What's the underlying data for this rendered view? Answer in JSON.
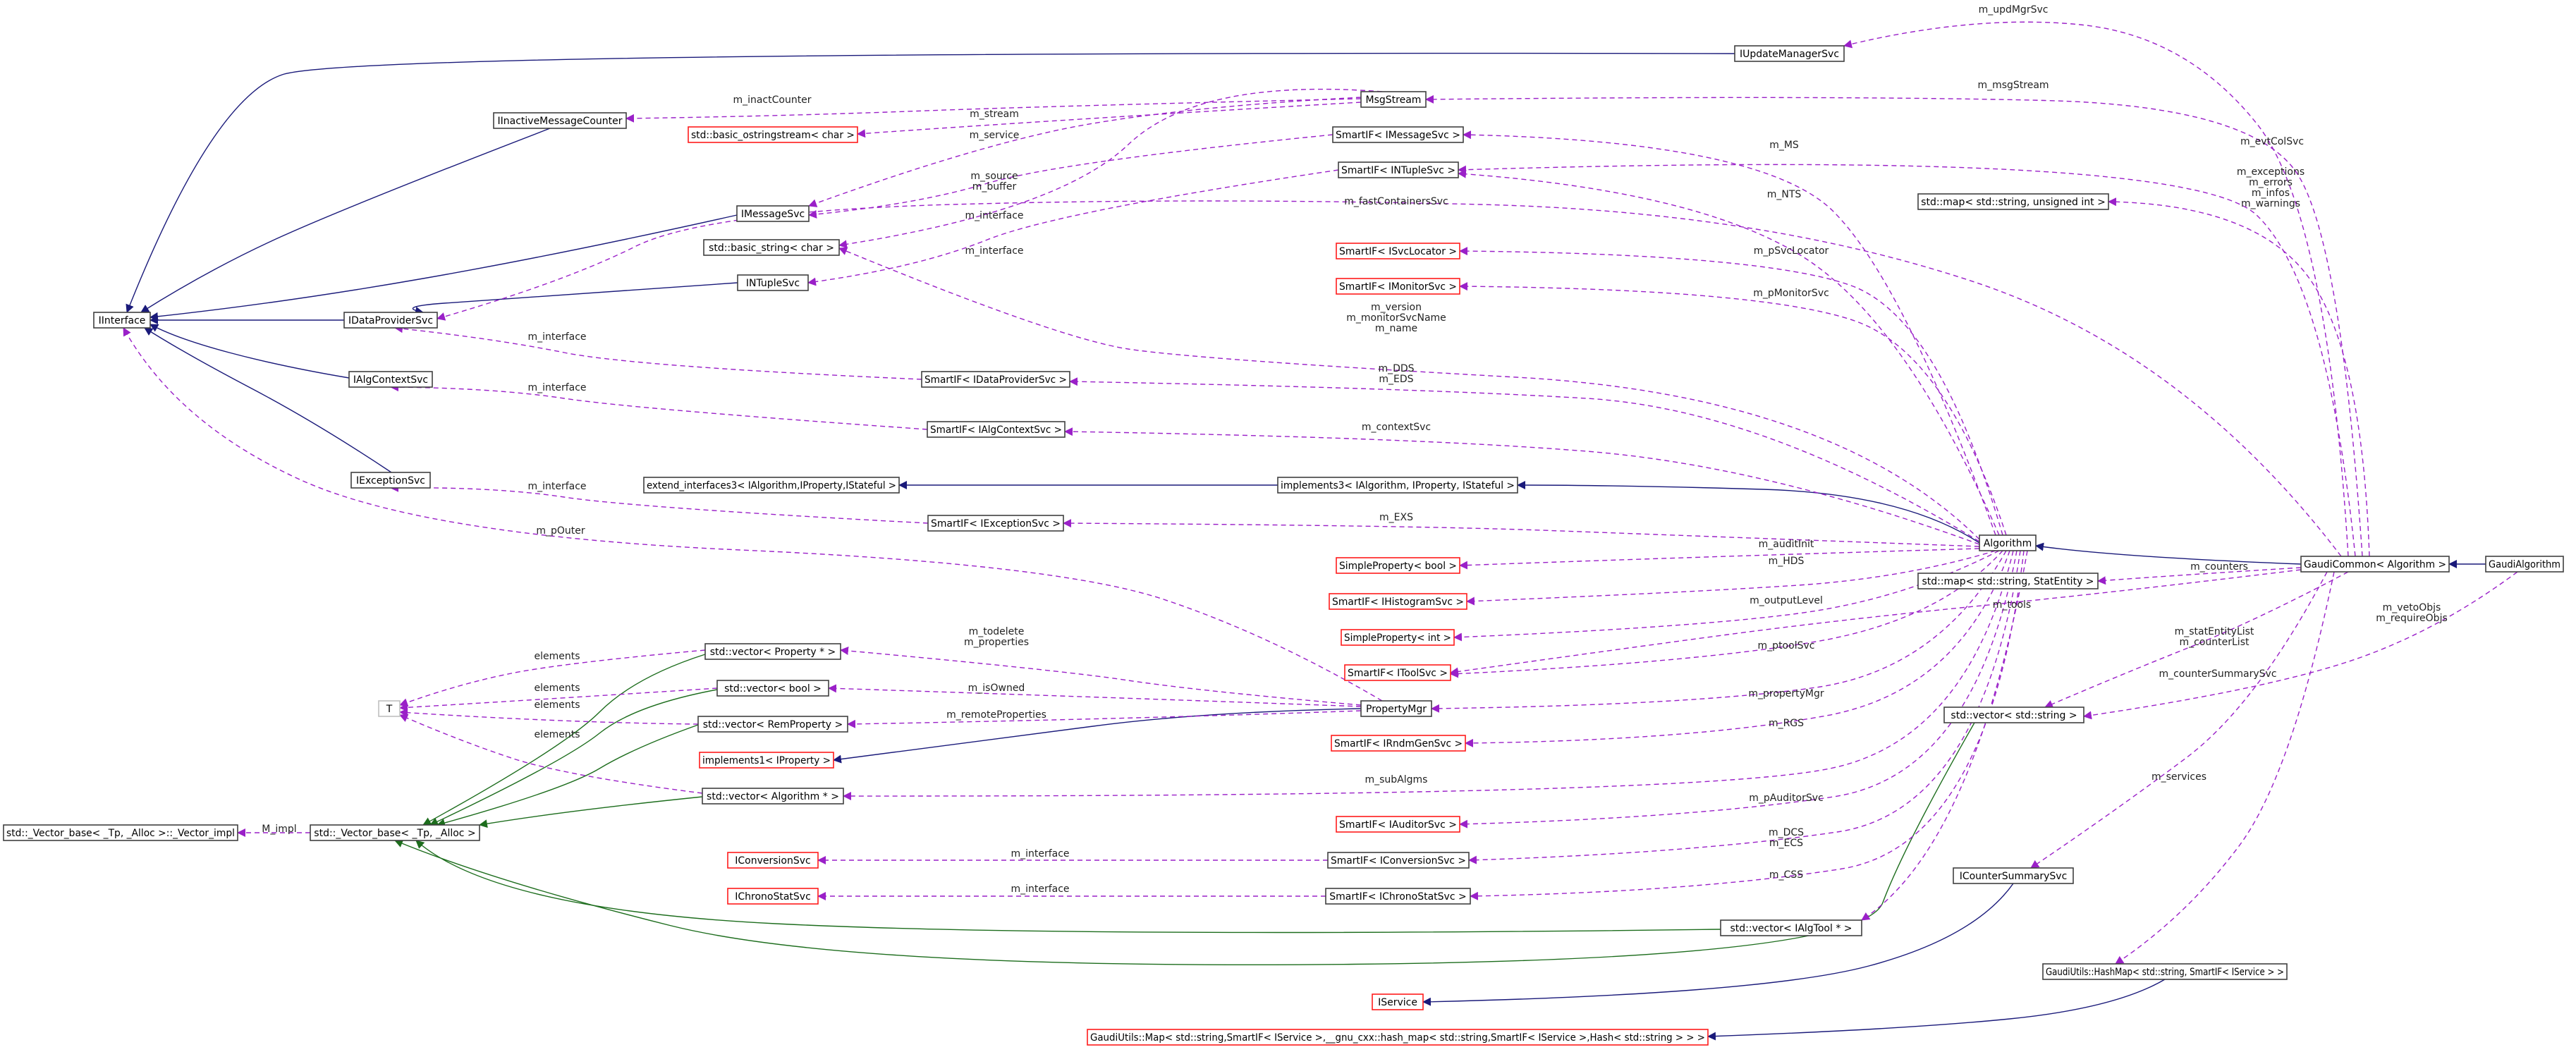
{
  "colors": {
    "inherit": "#1a1a7a",
    "usage": "#9a20c8",
    "template": "#1d6d1d",
    "node_border": "#404040",
    "incomplete_border": "#ff1c1c",
    "focus_fill": "#bfbfbf"
  },
  "nodes": [
    {
      "id": "IInterface",
      "label": "IInterface",
      "style": "normal"
    },
    {
      "id": "IUpdateManagerSvc",
      "label": "IUpdateManagerSvc",
      "style": "normal"
    },
    {
      "id": "MsgStream",
      "label": "MsgStream",
      "style": "normal"
    },
    {
      "id": "IInactiveMessageCounter",
      "label": "IInactiveMessageCounter",
      "style": "normal"
    },
    {
      "id": "ostringstream",
      "label": "std::basic_ostringstream< char >",
      "style": "incomplete"
    },
    {
      "id": "SI_IMessageSvc",
      "label": "SmartIF< IMessageSvc >",
      "style": "normal"
    },
    {
      "id": "SI_INTupleSvc",
      "label": "SmartIF< INTupleSvc >",
      "style": "normal"
    },
    {
      "id": "map_string_uint",
      "label": "std::map< std::string, unsigned int >",
      "style": "normal"
    },
    {
      "id": "IMessageSvc",
      "label": "IMessageSvc",
      "style": "normal"
    },
    {
      "id": "basic_string",
      "label": "std::basic_string< char >",
      "style": "normal"
    },
    {
      "id": "SI_ISvcLocator",
      "label": "SmartIF< ISvcLocator >",
      "style": "incomplete"
    },
    {
      "id": "INTupleSvc",
      "label": "INTupleSvc",
      "style": "normal"
    },
    {
      "id": "SI_IMonitorSvc",
      "label": "SmartIF< IMonitorSvc >",
      "style": "incomplete"
    },
    {
      "id": "IDataProviderSvc",
      "label": "IDataProviderSvc",
      "style": "normal"
    },
    {
      "id": "IAlgContextSvc",
      "label": "IAlgContextSvc",
      "style": "normal"
    },
    {
      "id": "SI_IDataProviderSvc",
      "label": "SmartIF< IDataProviderSvc >",
      "style": "normal"
    },
    {
      "id": "SI_IAlgContextSvc",
      "label": "SmartIF< IAlgContextSvc >",
      "style": "normal"
    },
    {
      "id": "IExceptionSvc",
      "label": "IExceptionSvc",
      "style": "normal"
    },
    {
      "id": "extend_interfaces3",
      "label": "extend_interfaces3< IAlgorithm,IProperty,IStateful >",
      "style": "normal"
    },
    {
      "id": "implements3",
      "label": "implements3< IAlgorithm, IProperty, IStateful >",
      "style": "normal"
    },
    {
      "id": "SI_IExceptionSvc",
      "label": "SmartIF< IExceptionSvc >",
      "style": "normal"
    },
    {
      "id": "Algorithm",
      "label": "Algorithm",
      "style": "normal"
    },
    {
      "id": "SimpleProperty_bool",
      "label": "SimpleProperty< bool >",
      "style": "incomplete"
    },
    {
      "id": "GaudiCommon",
      "label": "GaudiCommon< Algorithm >",
      "style": "normal"
    },
    {
      "id": "GaudiAlgorithm",
      "label": "GaudiAlgorithm",
      "style": "focus"
    },
    {
      "id": "map_statentity",
      "label": "std::map< std::string, StatEntity >",
      "style": "normal"
    },
    {
      "id": "SI_IHistogramSvc",
      "label": "SmartIF< IHistogramSvc >",
      "style": "incomplete"
    },
    {
      "id": "SimpleProperty_int",
      "label": "SimpleProperty< int >",
      "style": "incomplete"
    },
    {
      "id": "vec_Property",
      "label": "std::vector< Property * >",
      "style": "normal"
    },
    {
      "id": "SI_IToolSvc",
      "label": "SmartIF< IToolSvc >",
      "style": "incomplete"
    },
    {
      "id": "vec_bool",
      "label": "std::vector< bool >",
      "style": "normal"
    },
    {
      "id": "T",
      "label": "T",
      "style": "grey"
    },
    {
      "id": "PropertyMgr",
      "label": "PropertyMgr",
      "style": "normal"
    },
    {
      "id": "vec_string",
      "label": "std::vector< std::string >",
      "style": "normal"
    },
    {
      "id": "vec_RemProperty",
      "label": "std::vector< RemProperty >",
      "style": "normal"
    },
    {
      "id": "implements1",
      "label": "implements1< IProperty >",
      "style": "incomplete"
    },
    {
      "id": "SI_IRndmGenSvc",
      "label": "SmartIF< IRndmGenSvc >",
      "style": "incomplete"
    },
    {
      "id": "vec_Algorithm",
      "label": "std::vector< Algorithm * >",
      "style": "normal"
    },
    {
      "id": "Vector_impl",
      "label": "std::_Vector_base< _Tp, _Alloc >::_Vector_impl",
      "style": "normal"
    },
    {
      "id": "Vector_base",
      "label": "std::_Vector_base< _Tp, _Alloc >",
      "style": "normal"
    },
    {
      "id": "SI_IAuditorSvc",
      "label": "SmartIF< IAuditorSvc >",
      "style": "incomplete"
    },
    {
      "id": "IConversionSvc",
      "label": "IConversionSvc",
      "style": "incomplete"
    },
    {
      "id": "SI_IConversionSvc",
      "label": "SmartIF< IConversionSvc >",
      "style": "normal"
    },
    {
      "id": "ICounterSummarySvc",
      "label": "ICounterSummarySvc",
      "style": "normal"
    },
    {
      "id": "IChronoStatSvc",
      "label": "IChronoStatSvc",
      "style": "incomplete"
    },
    {
      "id": "SI_IChronoStatSvc",
      "label": "SmartIF< IChronoStatSvc >",
      "style": "normal"
    },
    {
      "id": "vec_IAlgTool",
      "label": "std::vector< IAlgTool * >",
      "style": "normal"
    },
    {
      "id": "HashMap",
      "label": "GaudiUtils::HashMap< std::string, SmartIF< IService > >",
      "style": "normal"
    },
    {
      "id": "IService",
      "label": "IService",
      "style": "incomplete"
    },
    {
      "id": "GaudiUtilsMap",
      "label": "GaudiUtils::Map< std::string,SmartIF< IService >,__gnu_cxx::hash_map< std::string,SmartIF< IService >,Hash< std::string > > >",
      "style": "incomplete"
    }
  ],
  "edges": [
    {
      "id": "e_iums_ii",
      "from": "IUpdateManagerSvc",
      "to": "IInterface",
      "kind": "inherit",
      "label": ""
    },
    {
      "id": "e_iimc_ii",
      "from": "IInactiveMessageCounter",
      "to": "IInterface",
      "kind": "inherit",
      "label": ""
    },
    {
      "id": "e_ims_ii",
      "from": "IMessageSvc",
      "to": "IInterface",
      "kind": "inherit",
      "label": ""
    },
    {
      "id": "e_idps_ii",
      "from": "IDataProviderSvc",
      "to": "IInterface",
      "kind": "inherit",
      "label": ""
    },
    {
      "id": "e_inti_idps",
      "from": "INTupleSvc",
      "to": "IDataProviderSvc",
      "kind": "inherit",
      "label": ""
    },
    {
      "id": "e_iacs_ii",
      "from": "IAlgContextSvc",
      "to": "IInterface",
      "kind": "inherit",
      "label": ""
    },
    {
      "id": "e_ies_ii",
      "from": "IExceptionSvc",
      "to": "IInterface",
      "kind": "inherit",
      "label": ""
    },
    {
      "id": "e_impl_ext",
      "from": "implements3",
      "to": "extend_interfaces3",
      "kind": "inherit",
      "label": ""
    },
    {
      "id": "e_alg_impl",
      "from": "Algorithm",
      "to": "implements3",
      "kind": "inherit",
      "label": ""
    },
    {
      "id": "e_gc_alg",
      "from": "GaudiCommon",
      "to": "Algorithm",
      "kind": "inherit",
      "label": ""
    },
    {
      "id": "e_ga_gc",
      "from": "GaudiAlgorithm",
      "to": "GaudiCommon",
      "kind": "inherit",
      "label": ""
    },
    {
      "id": "e_pm_impl1",
      "from": "PropertyMgr",
      "to": "implements1",
      "kind": "inherit",
      "label": ""
    },
    {
      "id": "e_ics_is",
      "from": "ICounterSummarySvc",
      "to": "IService",
      "kind": "inherit",
      "label": ""
    },
    {
      "id": "e_hm_map",
      "from": "HashMap",
      "to": "GaudiUtilsMap",
      "kind": "inherit",
      "label": ""
    },
    {
      "id": "e_vp_vb",
      "from": "vec_Property",
      "to": "Vector_base",
      "kind": "template",
      "label": ""
    },
    {
      "id": "e_vbo_vb",
      "from": "vec_bool",
      "to": "Vector_base",
      "kind": "template",
      "label": ""
    },
    {
      "id": "e_vr_vb",
      "from": "vec_RemProperty",
      "to": "Vector_base",
      "kind": "template",
      "label": ""
    },
    {
      "id": "e_va_vb",
      "from": "vec_Algorithm",
      "to": "Vector_base",
      "kind": "template",
      "label": ""
    },
    {
      "id": "e_vs_vb",
      "from": "vec_string",
      "to": "Vector_base",
      "kind": "template",
      "label": ""
    },
    {
      "id": "e_vt_vb",
      "from": "vec_IAlgTool",
      "to": "Vector_base",
      "kind": "template",
      "label": ""
    },
    {
      "id": "e_gc_iums",
      "from": "GaudiCommon",
      "to": "IUpdateManagerSvc",
      "kind": "usage",
      "label": "m_updMgrSvc"
    },
    {
      "id": "e_gc_ms",
      "from": "GaudiCommon",
      "to": "MsgStream",
      "kind": "usage",
      "label": "m_msgStream"
    },
    {
      "id": "e_ms_iimc",
      "from": "MsgStream",
      "to": "IInactiveMessageCounter",
      "kind": "usage",
      "label": "m_inactCounter"
    },
    {
      "id": "e_ms_oss",
      "from": "MsgStream",
      "to": "ostringstream",
      "kind": "usage",
      "label": "m_stream"
    },
    {
      "id": "e_ms_ims",
      "from": "MsgStream",
      "to": "IMessageSvc",
      "kind": "usage",
      "label": "m_service"
    },
    {
      "id": "e_ms_bs",
      "from": "MsgStream",
      "to": "basic_string",
      "kind": "usage",
      "label": "m_source\nm_buffer"
    },
    {
      "id": "e_alg_simsg",
      "from": "Algorithm",
      "to": "SI_IMessageSvc",
      "kind": "usage",
      "label": "m_MS"
    },
    {
      "id": "e_gc_sint",
      "from": "GaudiCommon",
      "to": "SI_INTupleSvc",
      "kind": "usage",
      "label": "m_evtColSvc"
    },
    {
      "id": "e_alg_sint",
      "from": "Algorithm",
      "to": "SI_INTupleSvc",
      "kind": "usage",
      "label": "m_NTS"
    },
    {
      "id": "e_gc_msu",
      "from": "GaudiCommon",
      "to": "map_string_uint",
      "kind": "usage",
      "label": "m_exceptions\nm_errors\nm_infos\nm_warnings"
    },
    {
      "id": "e_simsg_ims",
      "from": "SI_IMessageSvc",
      "to": "IMessageSvc",
      "kind": "usage",
      "label": "m_interface"
    },
    {
      "id": "e_sint_inti",
      "from": "SI_INTupleSvc",
      "to": "INTupleSvc",
      "kind": "usage",
      "label": "m_interface"
    },
    {
      "id": "e_gc_idps",
      "from": "GaudiCommon",
      "to": "IDataProviderSvc",
      "kind": "usage",
      "label": "m_fastContainersSvc"
    },
    {
      "id": "e_alg_ssl",
      "from": "Algorithm",
      "to": "SI_ISvcLocator",
      "kind": "usage",
      "label": "m_pSvcLocator"
    },
    {
      "id": "e_alg_smon",
      "from": "Algorithm",
      "to": "SI_IMonitorSvc",
      "kind": "usage",
      "label": "m_pMonitorSvc"
    },
    {
      "id": "e_alg_bs",
      "from": "Algorithm",
      "to": "basic_string",
      "kind": "usage",
      "label": "m_version\nm_monitorSvcName\nm_name"
    },
    {
      "id": "e_sidp_idps",
      "from": "SI_IDataProviderSvc",
      "to": "IDataProviderSvc",
      "kind": "usage",
      "label": "m_interface"
    },
    {
      "id": "e_alg_sidp",
      "from": "Algorithm",
      "to": "SI_IDataProviderSvc",
      "kind": "usage",
      "label": "m_DDS\nm_EDS"
    },
    {
      "id": "e_siac_iacs",
      "from": "SI_IAlgContextSvc",
      "to": "IAlgContextSvc",
      "kind": "usage",
      "label": "m_interface"
    },
    {
      "id": "e_alg_siac",
      "from": "Algorithm",
      "to": "SI_IAlgContextSvc",
      "kind": "usage",
      "label": "m_contextSvc"
    },
    {
      "id": "e_siex_ies",
      "from": "SI_IExceptionSvc",
      "to": "IExceptionSvc",
      "kind": "usage",
      "label": "m_interface"
    },
    {
      "id": "e_alg_siex",
      "from": "Algorithm",
      "to": "SI_IExceptionSvc",
      "kind": "usage",
      "label": "m_EXS"
    },
    {
      "id": "e_pm_ii",
      "from": "PropertyMgr",
      "to": "IInterface",
      "kind": "usage",
      "label": "m_pOuter"
    },
    {
      "id": "e_alg_spb",
      "from": "Algorithm",
      "to": "SimpleProperty_bool",
      "kind": "usage",
      "label": "m_auditInit"
    },
    {
      "id": "e_alg_shist",
      "from": "Algorithm",
      "to": "SI_IHistogramSvc",
      "kind": "usage",
      "label": "m_HDS"
    },
    {
      "id": "e_gc_mse",
      "from": "GaudiCommon",
      "to": "map_statentity",
      "kind": "usage",
      "label": "m_counters"
    },
    {
      "id": "e_alg_spi",
      "from": "Algorithm",
      "to": "SimpleProperty_int",
      "kind": "usage",
      "label": "m_outputLevel"
    },
    {
      "id": "e_gc_stool",
      "from": "GaudiCommon",
      "to": "SI_IToolSvc",
      "kind": "usage",
      "label": "m_tools"
    },
    {
      "id": "e_alg_stool",
      "from": "Algorithm",
      "to": "SI_IToolSvc",
      "kind": "usage",
      "label": "m_ptoolSvc"
    },
    {
      "id": "e_pm_vp",
      "from": "PropertyMgr",
      "to": "vec_Property",
      "kind": "usage",
      "label": "m_todelete\nm_properties"
    },
    {
      "id": "e_pm_vbo",
      "from": "PropertyMgr",
      "to": "vec_bool",
      "kind": "usage",
      "label": "m_isOwned"
    },
    {
      "id": "e_pm_vr",
      "from": "PropertyMgr",
      "to": "vec_RemProperty",
      "kind": "usage",
      "label": "m_remoteProperties"
    },
    {
      "id": "e_alg_pm",
      "from": "Algorithm",
      "to": "PropertyMgr",
      "kind": "usage",
      "label": "m_propertyMgr"
    },
    {
      "id": "e_gc_vs",
      "from": "GaudiCommon",
      "to": "vec_string",
      "kind": "usage",
      "label": "m_statEntityList\nm_counterList"
    },
    {
      "id": "e_ga_vs",
      "from": "GaudiAlgorithm",
      "to": "vec_string",
      "kind": "usage",
      "label": "m_vetoObjs\nm_requireObjs"
    },
    {
      "id": "e_alg_srnd",
      "from": "Algorithm",
      "to": "SI_IRndmGenSvc",
      "kind": "usage",
      "label": "m_RGS"
    },
    {
      "id": "e_alg_va",
      "from": "Algorithm",
      "to": "vec_Algorithm",
      "kind": "usage",
      "label": "m_subAlgms"
    },
    {
      "id": "e_vb_vi",
      "from": "Vector_base",
      "to": "Vector_impl",
      "kind": "usage",
      "label": "M_impl"
    },
    {
      "id": "e_alg_saud",
      "from": "Algorithm",
      "to": "SI_IAuditorSvc",
      "kind": "usage",
      "label": "m_pAuditorSvc"
    },
    {
      "id": "e_alg_sconv",
      "from": "Algorithm",
      "to": "SI_IConversionSvc",
      "kind": "usage",
      "label": "m_DCS\nm_ECS"
    },
    {
      "id": "e_sconv_ics",
      "from": "SI_IConversionSvc",
      "to": "IConversionSvc",
      "kind": "usage",
      "label": "m_interface"
    },
    {
      "id": "e_gc_icss",
      "from": "GaudiCommon",
      "to": "ICounterSummarySvc",
      "kind": "usage",
      "label": "m_counterSummarySvc"
    },
    {
      "id": "e_alg_schr",
      "from": "Algorithm",
      "to": "SI_IChronoStatSvc",
      "kind": "usage",
      "label": "m_CSS"
    },
    {
      "id": "e_schr_ics",
      "from": "SI_IChronoStatSvc",
      "to": "IChronoStatSvc",
      "kind": "usage",
      "label": "m_interface"
    },
    {
      "id": "e_alg_vt",
      "from": "Algorithm",
      "to": "vec_IAlgTool",
      "kind": "usage",
      "label": ""
    },
    {
      "id": "e_gc_hm",
      "from": "GaudiCommon",
      "to": "HashMap",
      "kind": "usage",
      "label": "m_services"
    },
    {
      "id": "e_vp_t",
      "from": "vec_Property",
      "to": "T",
      "kind": "usage",
      "label": "elements"
    },
    {
      "id": "e_vbo_t",
      "from": "vec_bool",
      "to": "T",
      "kind": "usage",
      "label": "elements"
    },
    {
      "id": "e_vr_t",
      "from": "vec_RemProperty",
      "to": "T",
      "kind": "usage",
      "label": "elements"
    },
    {
      "id": "e_va_t",
      "from": "vec_Algorithm",
      "to": "T",
      "kind": "usage",
      "label": "elements"
    }
  ]
}
